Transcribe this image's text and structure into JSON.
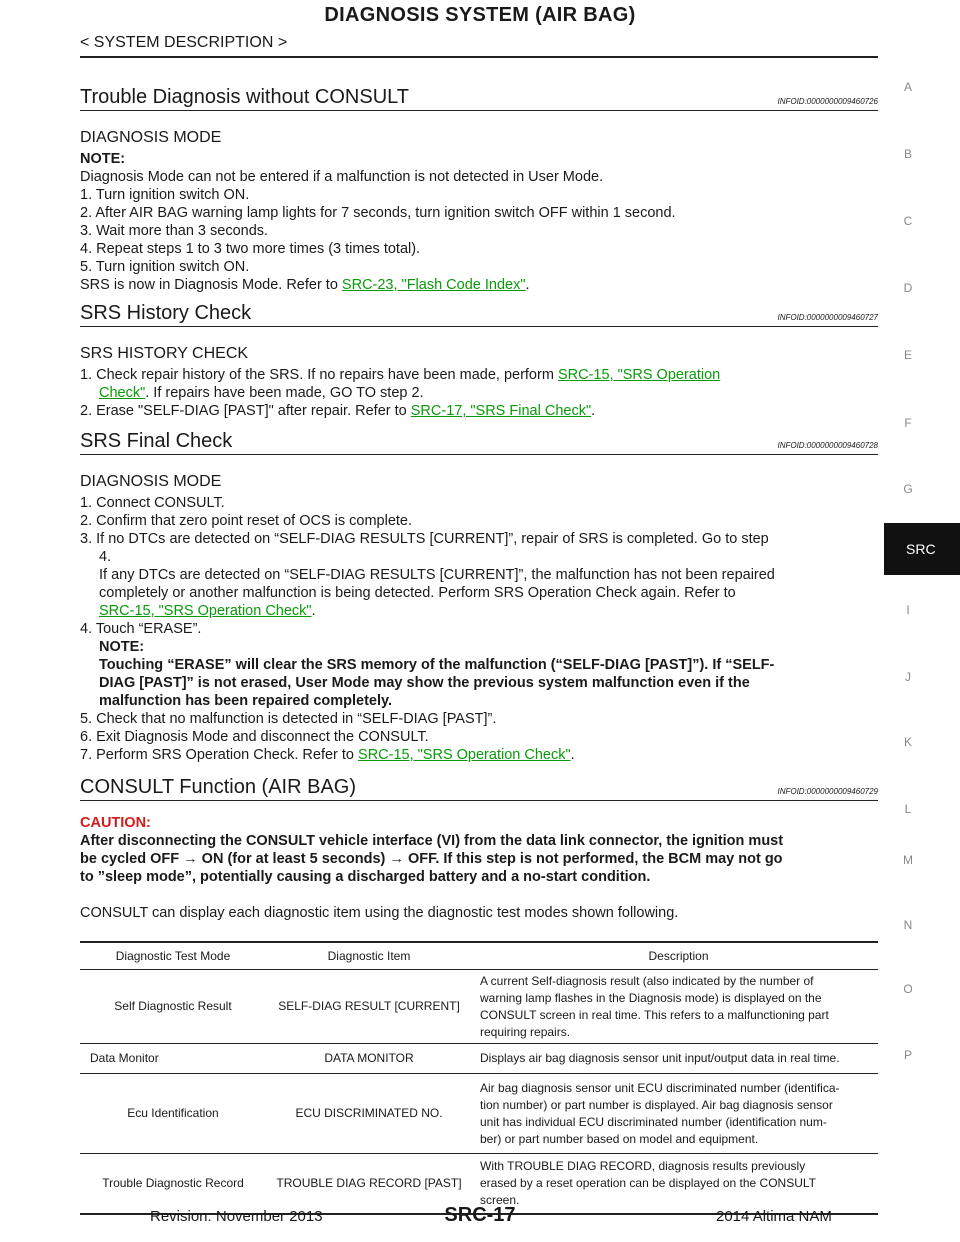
{
  "header": {
    "title": "DIAGNOSIS SYSTEM (AIR BAG)",
    "subtitle": "< SYSTEM DESCRIPTION >"
  },
  "sections": {
    "s1": {
      "title": "Trouble Diagnosis without CONSULT",
      "infoid": "INFOID:0000000009460726",
      "subheading": "DIAGNOSIS MODE",
      "note_label": "NOTE:",
      "note_text": "Diagnosis Mode can not be entered if a malfunction is not detected in User Mode.",
      "steps": [
        "1. Turn ignition switch ON.",
        "2. After AIR BAG warning lamp lights for 7 seconds, turn ignition switch OFF within 1 second.",
        "3. Wait more than 3 seconds.",
        "4. Repeat steps 1 to 3 two more times (3 times total).",
        "5. Turn ignition switch ON."
      ],
      "final_prefix": "SRS is now in Diagnosis Mode.  Refer to ",
      "final_link": "SRC-23, \"Flash Code Index\"",
      "final_suffix": "."
    },
    "s2": {
      "title": "SRS History Check",
      "infoid": "INFOID:0000000009460727",
      "subheading": "SRS HISTORY CHECK",
      "step1_prefix": "1. Check repair history of the SRS.  If no repairs have been made, perform ",
      "step1_link_a": "SRC-15, \"SRS Operation",
      "step1_link_b": "Check\"",
      "step1_suffix": ".  If repairs have been made, GO TO step 2.",
      "step2_prefix": "2. Erase \"SELF-DIAG [PAST]\" after repair.  Refer to ",
      "step2_link": "SRC-17, \"SRS Final Check\"",
      "step2_suffix": "."
    },
    "s3": {
      "title": "SRS Final Check",
      "infoid": "INFOID:0000000009460728",
      "subheading": "DIAGNOSIS MODE",
      "step1": "1. Connect CONSULT.",
      "step2": "2. Confirm that zero point reset of OCS is complete.",
      "step3_a": "3. If no DTCs are detected on “SELF-DIAG RESULTS [CURRENT]”, repair of SRS is completed. Go to step",
      "step3_b": "4.",
      "step3_c": "If any DTCs are detected on “SELF-DIAG RESULTS [CURRENT]”, the malfunction has not been repaired",
      "step3_d": "completely or another malfunction is being detected. Perform SRS Operation Check again.  Refer to",
      "step3_link": "SRC-15, \"SRS Operation Check\"",
      "step3_suffix": ".",
      "step4": "4. Touch “ERASE”.",
      "step4_note_label": "NOTE:",
      "step4_note_a": "Touching “ERASE” will clear the SRS memory of the malfunction (“SELF-DIAG [PAST]”). If “SELF-",
      "step4_note_b": "DIAG [PAST]” is not erased, User Mode may show the previous system malfunction even if the",
      "step4_note_c": "malfunction has been repaired completely.",
      "step5": "5. Check that no malfunction is detected in “SELF-DIAG [PAST]”.",
      "step6": "6. Exit Diagnosis Mode and disconnect the CONSULT.",
      "step7_prefix": "7. Perform SRS Operation Check.  Refer to ",
      "step7_link": "SRC-15, \"SRS Operation Check\"",
      "step7_suffix": "."
    },
    "s4": {
      "title": "CONSULT Function (AIR BAG)",
      "infoid": "INFOID:0000000009460729",
      "caution_label": "CAUTION:",
      "caution_a": "After disconnecting the CONSULT vehicle interface (VI) from the data link connector, the ignition must",
      "caution_b": "be cycled OFF → ON (for at least 5 seconds) → OFF. If this step is not performed, the BCM may not go",
      "caution_c": "to ”sleep mode”, potentially causing a discharged battery and a no-start condition.",
      "intro": "CONSULT can display each diagnostic item using the diagnostic test modes shown following."
    }
  },
  "table": {
    "headers": [
      "Diagnostic Test Mode",
      "Diagnostic Item",
      "Description"
    ],
    "rows": [
      {
        "mode": "Self Diagnostic Result",
        "item": "SELF-DIAG RESULT [CURRENT]",
        "desc": [
          "A current Self-diagnosis result (also indicated by the number of",
          "warning lamp flashes in the Diagnosis mode) is displayed on the",
          "CONSULT screen in real time. This refers to a malfunctioning part",
          "requiring repairs."
        ]
      },
      {
        "mode": "Data Monitor",
        "item": "DATA MONITOR",
        "desc": [
          "Displays air bag diagnosis sensor unit input/output data in real time."
        ]
      },
      {
        "mode": "Ecu Identification",
        "item": "ECU DISCRIMINATED NO.",
        "desc": [
          "Air bag diagnosis sensor unit ECU discriminated number (identifica-",
          "tion number) or part number is displayed.  Air bag diagnosis sensor",
          "unit has individual ECU discriminated number (identification num-",
          "ber) or part number based on model and equipment."
        ]
      },
      {
        "mode": "Trouble Diagnostic Record",
        "item": "TROUBLE DIAG RECORD [PAST]",
        "desc": [
          "With TROUBLE DIAG RECORD, diagnosis results previously",
          "erased by a reset operation can be displayed on the CONSULT",
          "screen."
        ]
      }
    ]
  },
  "side_index": [
    "A",
    "B",
    "C",
    "D",
    "E",
    "F",
    "G",
    "I",
    "J",
    "K",
    "L",
    "M",
    "N",
    "O",
    "P"
  ],
  "side_tab": "SRC",
  "footer": {
    "revision": "Revision: November 2013",
    "page": "SRC-17",
    "model": "2014 Altima NAM"
  },
  "colors": {
    "link": "#0a9a0a",
    "caution": "#d21c1c",
    "tab_bg": "#111111"
  }
}
